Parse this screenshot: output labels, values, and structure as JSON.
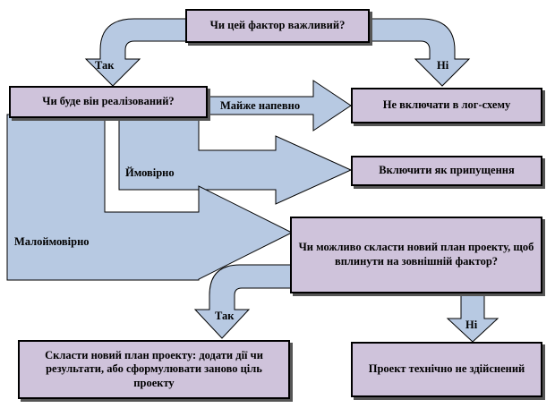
{
  "boxes": {
    "q_important": "Чи цей фактор важливий?",
    "q_realized": "Чи буде він реалізований?",
    "exclude": "Не включати в лог-схему",
    "include_assumption": "Включити як припущення",
    "q_redesign": "Чи можливо скласти новий план проекту, щоб вплинути на зовнішній фактор?",
    "new_plan": "Скласти новий план проекту: додати дії чи результати, або сформулювати заново ціль проекту",
    "not_feasible": "Проект технічно не здійснений"
  },
  "labels": {
    "yes_top": "Так",
    "no_top": "Ні",
    "almost_certain": "Майже напевно",
    "probably": "Ймовірно",
    "unlikely": "Малоймовірно",
    "yes_bottom": "Так",
    "no_bottom": "Ні"
  },
  "colors": {
    "box_fill": "#cfc3db",
    "arrow_fill": "#b7c9e2",
    "border": "#000000"
  }
}
